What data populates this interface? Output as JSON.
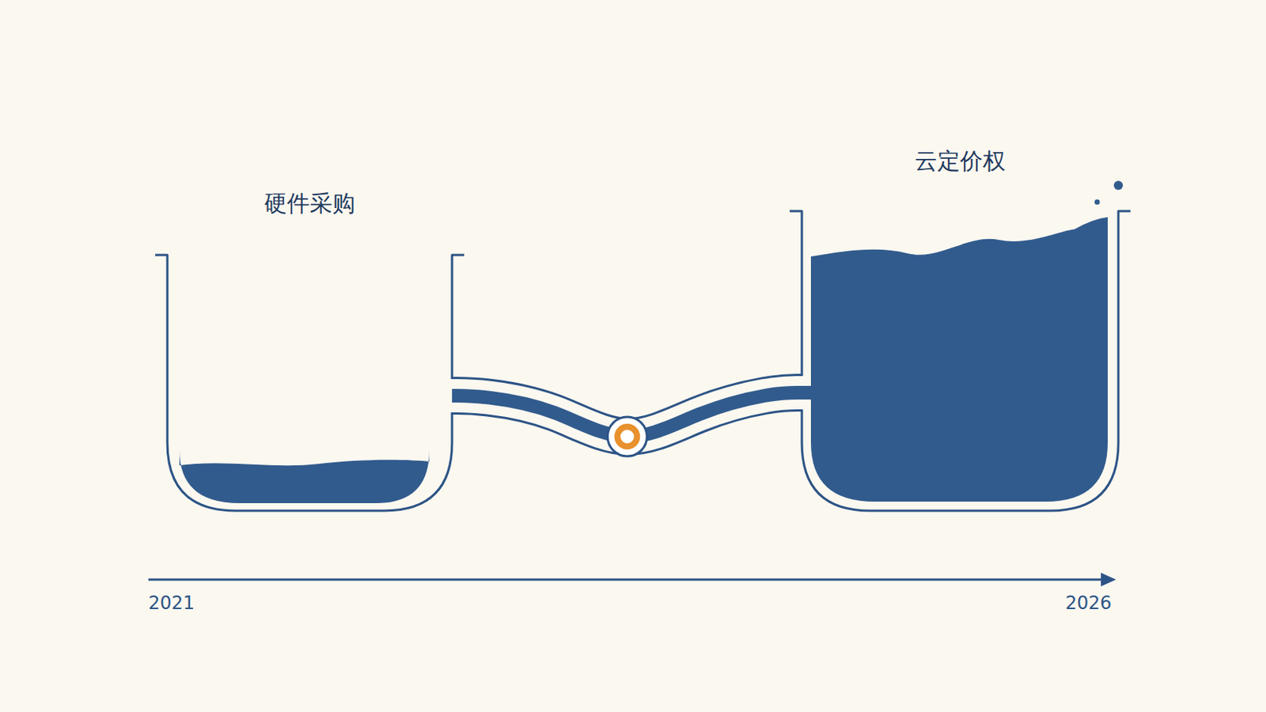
{
  "diagram": {
    "nodes": [
      {
        "text": [
          "硬件采购"
        ]
      },
      {
        "text": [
          "云定价权"
        ]
      }
    ],
    "edges": [
      {
        "from": 0,
        "to": 1,
        "arrow": "none"
      }
    ],
    "labels": [
      "2021",
      "2026"
    ]
  }
}
